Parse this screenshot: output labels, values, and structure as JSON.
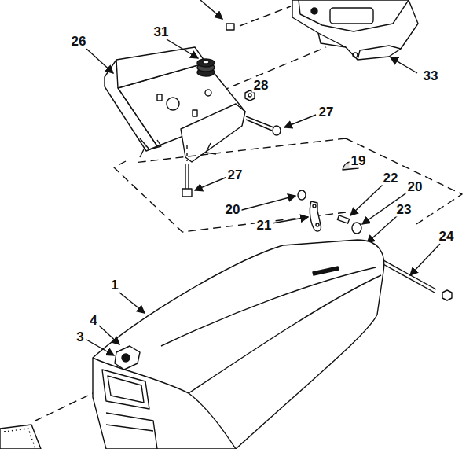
{
  "diagram": {
    "labels": [
      "26",
      "31",
      "28",
      "33",
      "27",
      "27",
      "19",
      "22",
      "20",
      "20",
      "23",
      "21",
      "24",
      "1",
      "4",
      "3"
    ]
  }
}
